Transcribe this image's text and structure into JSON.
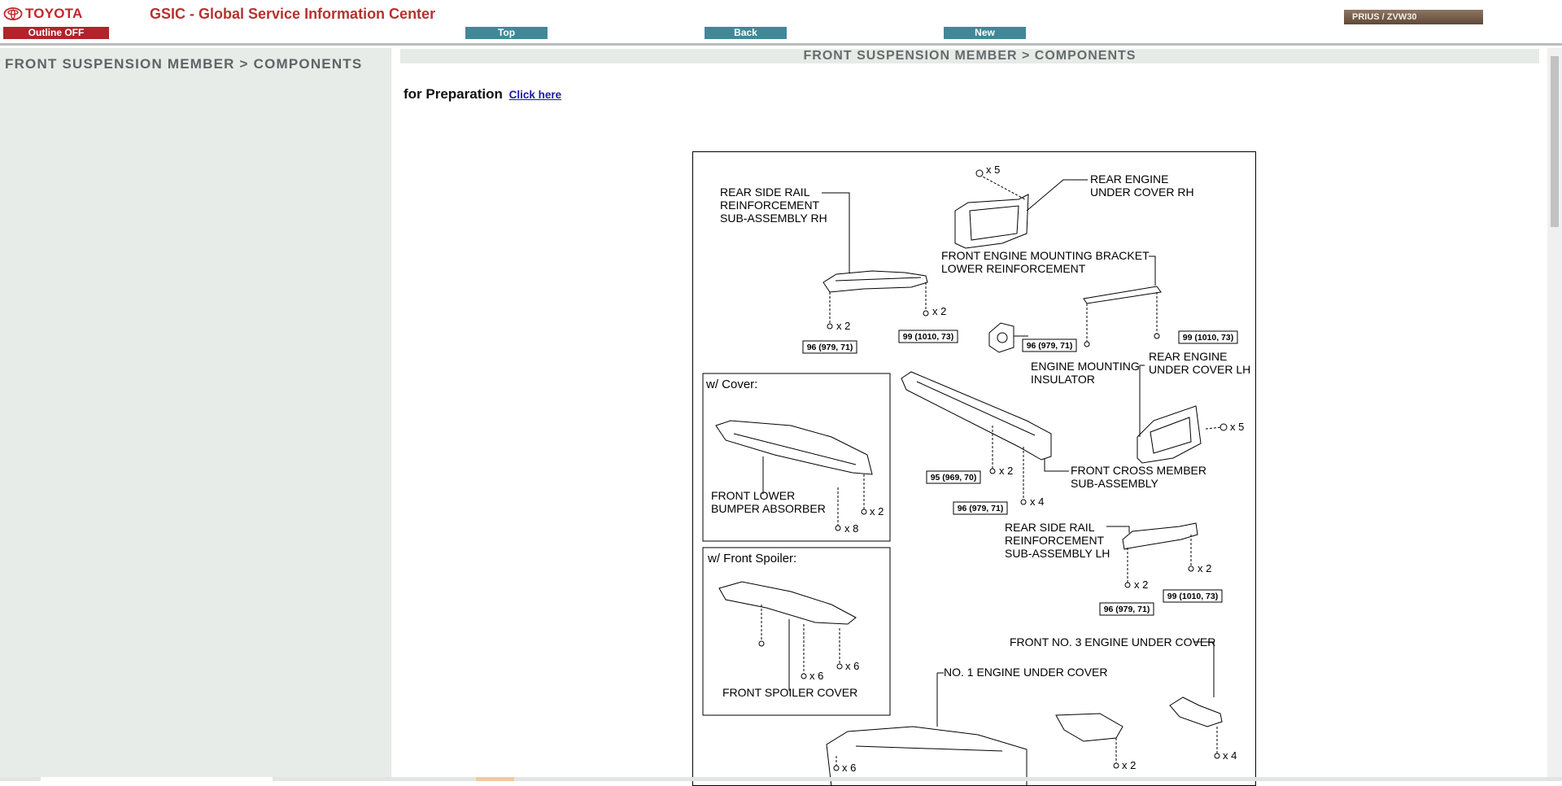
{
  "header": {
    "brand": "TOYOTA",
    "app_title": "GSIC - Global Service Information Center",
    "outline_button": "Outline OFF",
    "nav": {
      "top": "Top",
      "back": "Back",
      "new": "New"
    },
    "vehicle": "PRIUS / ZVW30"
  },
  "sidebar": {
    "title": "FRONT SUSPENSION MEMBER > COMPONENTS"
  },
  "main": {
    "title": "FRONT SUSPENSION MEMBER > COMPONENTS",
    "prep_text": "for Preparation",
    "prep_link": "Click here"
  },
  "diagram": {
    "rear_side_rail_rh": [
      "REAR SIDE RAIL",
      "REINFORCEMENT",
      "SUB-ASSEMBLY RH"
    ],
    "rear_engine_cover_rh": [
      "REAR ENGINE",
      "UNDER COVER RH"
    ],
    "bracket_reinforcement": [
      "FRONT ENGINE MOUNTING BRACKET",
      "LOWER REINFORCEMENT"
    ],
    "engine_mounting_insulator": [
      "ENGINE MOUNTING",
      "INSULATOR"
    ],
    "rear_engine_cover_lh": [
      "REAR ENGINE",
      "UNDER COVER LH"
    ],
    "front_cross_member": [
      "FRONT CROSS MEMBER",
      "SUB-ASSEMBLY"
    ],
    "rear_side_rail_lh": [
      "REAR SIDE RAIL",
      "REINFORCEMENT",
      "SUB-ASSEMBLY LH"
    ],
    "w_cover": "w/ Cover:",
    "front_lower_bumper_absorber": [
      "FRONT LOWER",
      "BUMPER ABSORBER"
    ],
    "w_front_spoiler": "w/ Front Spoiler:",
    "front_spoiler_cover": "FRONT SPOILER COVER",
    "front_no3_engine_cover": "FRONT NO. 3 ENGINE UNDER COVER",
    "no1_engine_cover": "NO. 1 ENGINE UNDER COVER",
    "torques": {
      "t96_rh": "96 (979, 71)",
      "t99_rh": "99 (1010, 73)",
      "t96_br": "96 (979, 71)",
      "t99_br": "99 (1010, 73)",
      "t95_cm": "95 (969, 70)",
      "t96_cm": "96 (979, 71)",
      "t96_lh": "96 (979, 71)",
      "t99_lh": "99 (1010, 73)"
    },
    "quantities": {
      "q_rh_clip": "x 5",
      "q_rh_left": "x 2",
      "q_rh_right": "x 2",
      "q_lh_clip": "x 5",
      "q_cm_2": "x 2",
      "q_cm_4": "x 4",
      "q_lh_left": "x 2",
      "q_lh_right": "x 2",
      "q_cover_2": "x 2",
      "q_cover_8": "x 8",
      "q_spoiler_6a": "x 6",
      "q_spoiler_6b": "x 6",
      "q_no1_6": "x 6",
      "q_no2_2": "x 2",
      "q_no3_4": "x 4"
    }
  }
}
